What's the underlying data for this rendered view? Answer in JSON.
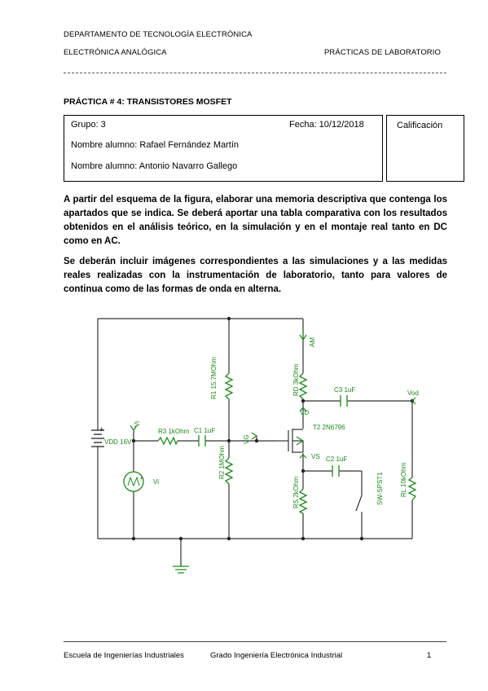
{
  "header": {
    "department": "DEPARTAMENTO DE TECNOLOGÍA ELECTRÓNICA",
    "subject": "ELECTRÓNICA ANALÓGICA",
    "section": "PRÁCTICAS DE LABORATORIO"
  },
  "practice_title": "PRÁCTICA # 4: TRANSISTORES MOSFET",
  "info": {
    "group": "Grupo: 3",
    "date": "Fecha: 10/12/2018",
    "student1": "Nombre alumno: Rafael Fernández Martín",
    "student2": "Nombre alumno: Antonio Navarro Gallego",
    "grade_label": "Calificación"
  },
  "paragraphs": [
    "A partir del esquema de la figura, elaborar una memoria descriptiva que contenga los apartados que se indica. Se deberá aportar una tabla comparativa con los resultados obtenidos en el análisis teórico, en la simulación y en el montaje real tanto en DC como en AC.",
    "Se deberán incluir imágenes correspondientes a las simulaciones y a las medidas reales realizadas con la instrumentación de laboratorio, tanto para valores de continua como de las formas de onda en alterna."
  ],
  "circuit": {
    "vdd": "VDD 16V",
    "vi": "Vi",
    "vi_probe": "Vi",
    "r3": "R3 1kOhm",
    "c1": "C1 1uF",
    "r1": "R1 15.7MOhm",
    "r2": "R2 1MOhm",
    "vg": "VG",
    "am": "AM",
    "rd": "RD 3kOhm",
    "c3": "C3 1uF",
    "vod": "Vod",
    "vd": "VD",
    "t2": "T2 2N6796",
    "vs": "VS",
    "c2": "C2 1uF",
    "rs": "RS 2kOhm",
    "sw": "SW-SPST1",
    "rl": "RL 10kOhm",
    "plus": "+",
    "src_plus": "+"
  },
  "footer": {
    "school": "Escuela de Ingenierías Industriales",
    "degree": "Grado Ingeniería Electrónica Industrial",
    "page": "1"
  }
}
